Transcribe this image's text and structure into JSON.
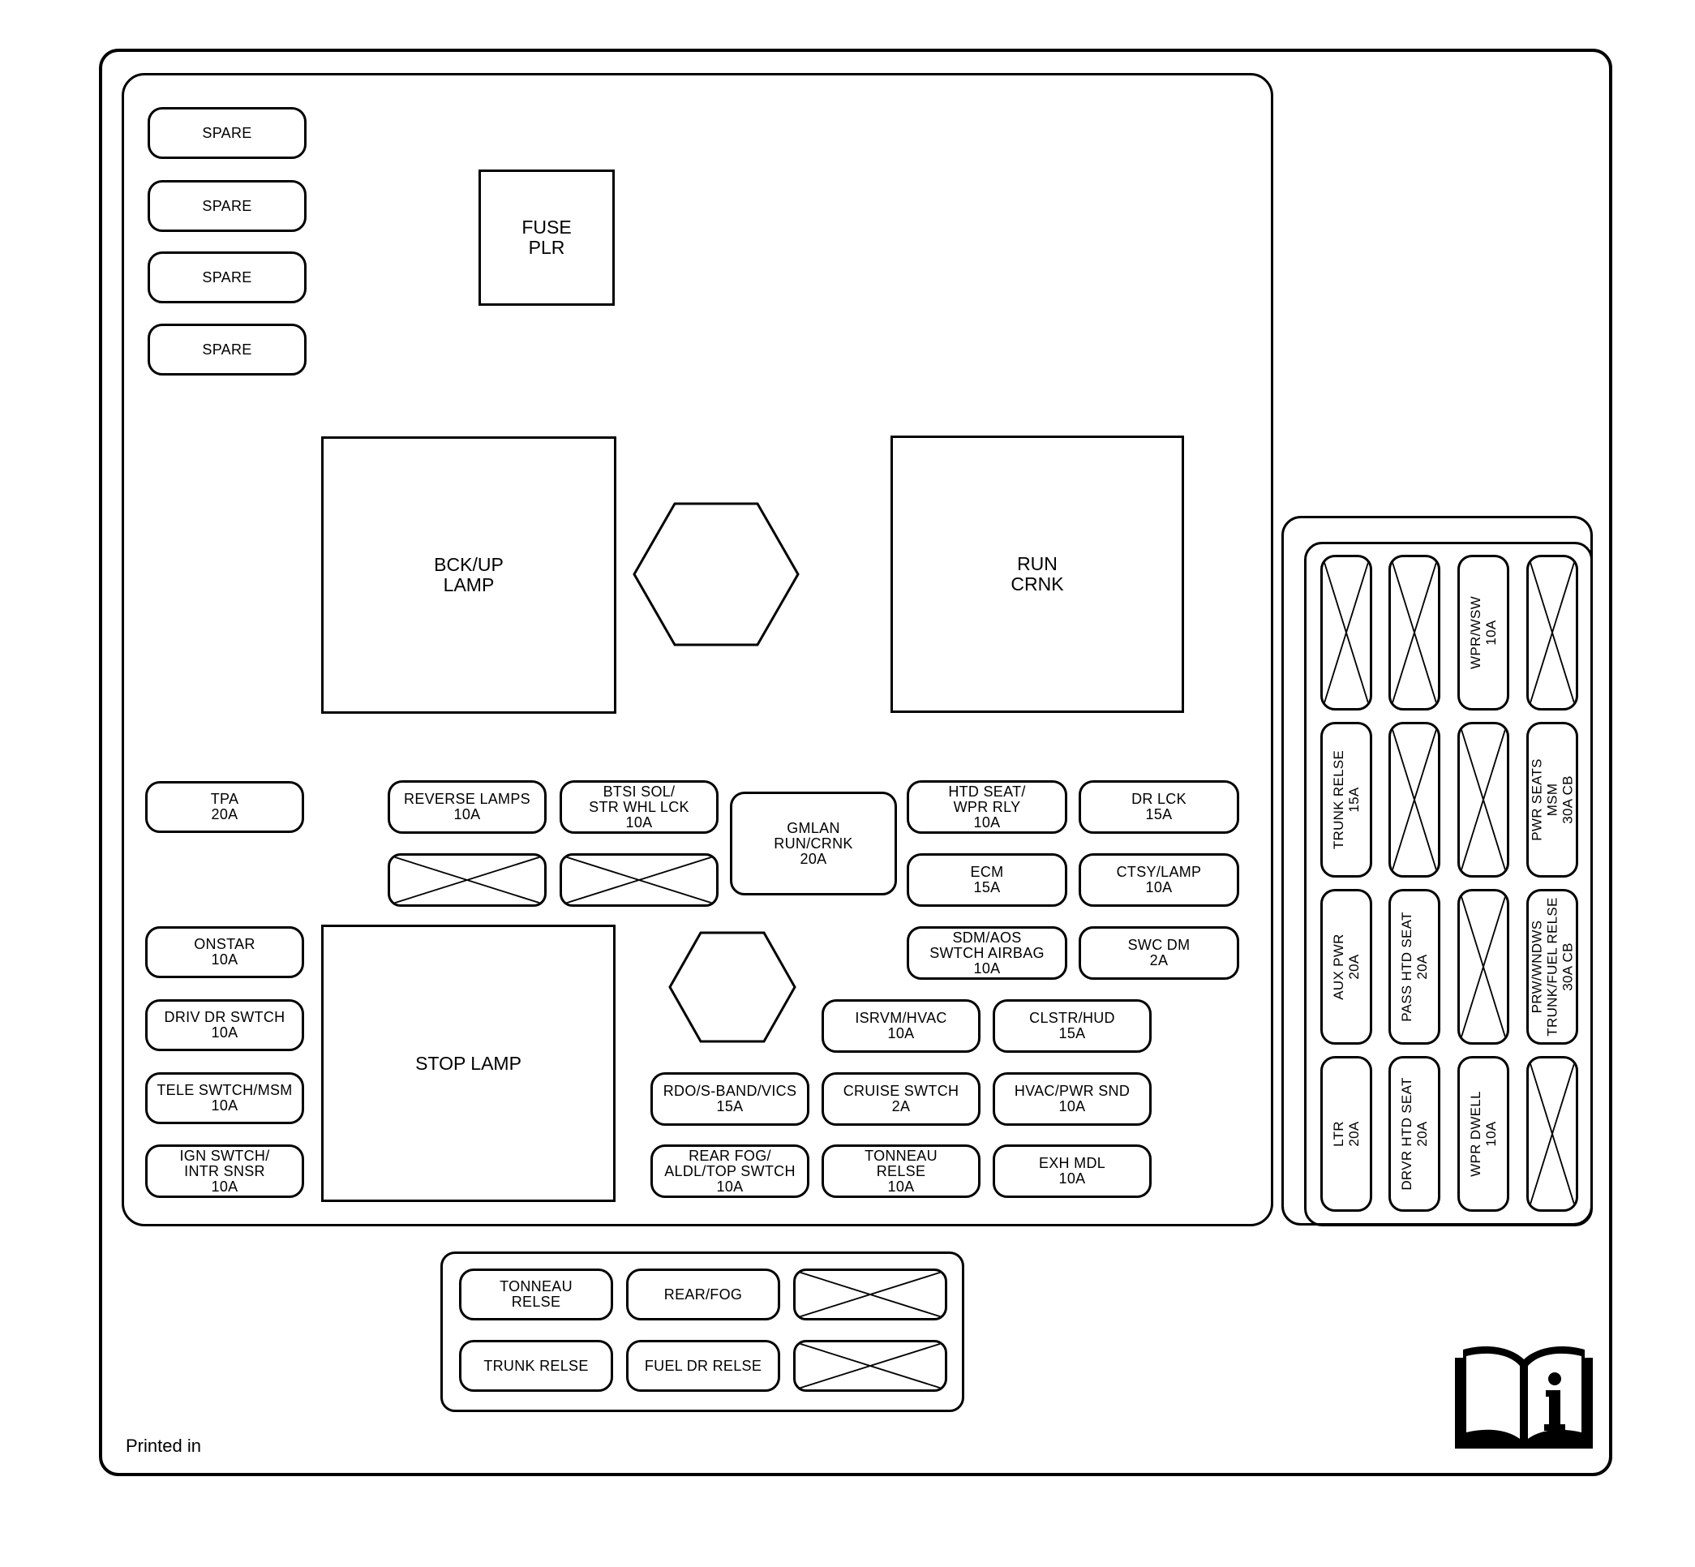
{
  "spares": [
    "SPARE",
    "SPARE",
    "SPARE",
    "SPARE"
  ],
  "relays": {
    "fuse_plr": "FUSE\nPLR",
    "bckup_lamp": "BCK/UP\nLAMP",
    "run_crnk": "RUN\nCRNK",
    "stop_lamp": "STOP LAMP"
  },
  "left_column": {
    "tpa": "TPA\n20A",
    "onstar": "ONSTAR\n10A",
    "driv_dr_swtch": "DRIV DR SWTCH\n10A",
    "tele_swtch": "TELE SWTCH/MSM\n10A",
    "ign_swtch": "IGN SWTCH/\nINTR SNSR\n10A"
  },
  "center_fuses": {
    "reverse_lamps": "REVERSE LAMPS\n10A",
    "btsi_sol": "BTSI SOL/\nSTR WHL LCK\n10A",
    "gmlan": "GMLAN\nRUN/CRNK\n20A",
    "htd_seat": "HTD SEAT/\nWPR RLY\n10A",
    "dr_lck": "DR LCK\n15A",
    "ecm": "ECM\n15A",
    "ctsy_lamp": "CTSY/LAMP\n10A",
    "sdm_aos": "SDM/AOS\nSWTCH AIRBAG\n10A",
    "swc_dm": "SWC DM\n2A",
    "isrvm_hvac": "ISRVM/HVAC\n10A",
    "clstr_hud": "CLSTR/HUD\n15A",
    "rdo_sband": "RDO/S-BAND/VICS\n15A",
    "cruise_swtch": "CRUISE SWTCH\n2A",
    "hvac_pwr_snd": "HVAC/PWR SND\n10A",
    "rear_fog_aldl": "REAR FOG/\nALDL/TOP SWTCH\n10A",
    "tonneau_relse_10a": "TONNEAU\nRELSE\n10A",
    "exh_mdl": "EXH MDL\n10A"
  },
  "right_block": {
    "wpr_wsw": "WPR/WSW\n10A",
    "trunk_relse": "TRUNK RELSE\n15A",
    "pwr_seats": "PWR SEATS\nMSM\n30A CB",
    "aux_pwr": "AUX PWR\n20A",
    "pass_htd_seat": "PASS HTD SEAT\n20A",
    "prw_wndws": "PRW/WNDWS\nTRUNK/FUEL RELSE\n30A CB",
    "ltr": "LTR\n20A",
    "drvr_htd_seat": "DRVR HTD SEAT\n20A",
    "wpr_dwell": "WPR DWELL\n10A"
  },
  "bottom_block": {
    "tonneau_relse": "TONNEAU\nRELSE",
    "rear_fog": "REAR/FOG",
    "trunk_relse": "TRUNK RELSE",
    "fuel_dr_relse": "FUEL DR RELSE"
  },
  "footer": {
    "printed_in": "Printed in"
  },
  "icons": {
    "manual": "owner-manual-info-icon"
  }
}
